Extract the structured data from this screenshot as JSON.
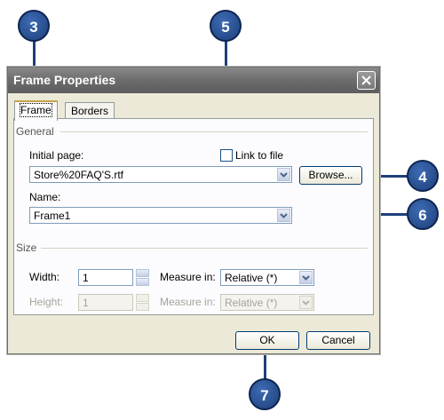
{
  "dialog": {
    "title": "Frame Properties",
    "tabs": [
      {
        "label": "Frame",
        "active": true
      },
      {
        "label": "Borders",
        "active": false
      }
    ],
    "general": {
      "group_label": "General",
      "initial_page_label": "Initial page:",
      "initial_page_value": "Store%20FAQ'S.rtf",
      "link_to_file_label": "Link to file",
      "link_to_file_checked": false,
      "browse_label": "Browse...",
      "name_label": "Name:",
      "name_value": "Frame1"
    },
    "size": {
      "group_label": "Size",
      "width_label": "Width:",
      "width_value": "1",
      "width_measure_label": "Measure in:",
      "width_measure_value": "Relative (*)",
      "height_label": "Height:",
      "height_value": "1",
      "height_measure_label": "Measure in:",
      "height_measure_value": "Relative (*)"
    },
    "ok_label": "OK",
    "cancel_label": "Cancel"
  },
  "callouts": [
    {
      "number": "3"
    },
    {
      "number": "5"
    },
    {
      "number": "4"
    },
    {
      "number": "6"
    },
    {
      "number": "7"
    }
  ],
  "colors": {
    "callout": "#1e3f7a",
    "titlebar": "#6e6e6e",
    "dialog_bg": "#ece9d8"
  }
}
